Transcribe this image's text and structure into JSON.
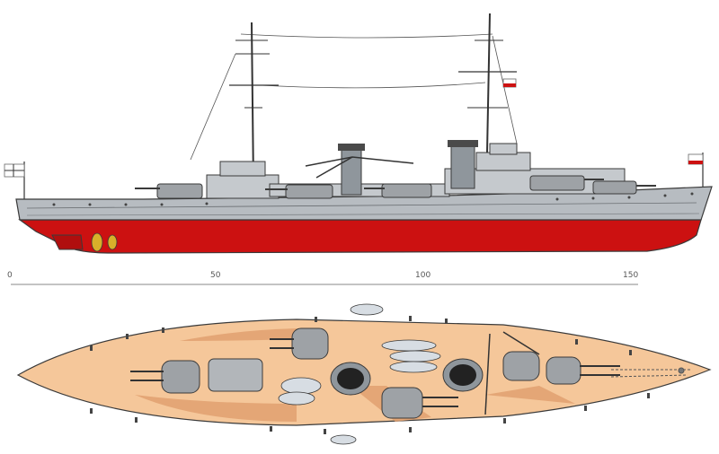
{
  "scale": {
    "tick_labels": [
      "0",
      "50",
      "100",
      "150"
    ]
  },
  "colors": {
    "hull_red": "#cc1111",
    "hull_gray": "#b7bcc1",
    "deck_tan": "#f5c79a",
    "deck_shadow": "#e0a070",
    "turret_gray": "#9ea2a6",
    "outline": "#3a3a3a"
  }
}
